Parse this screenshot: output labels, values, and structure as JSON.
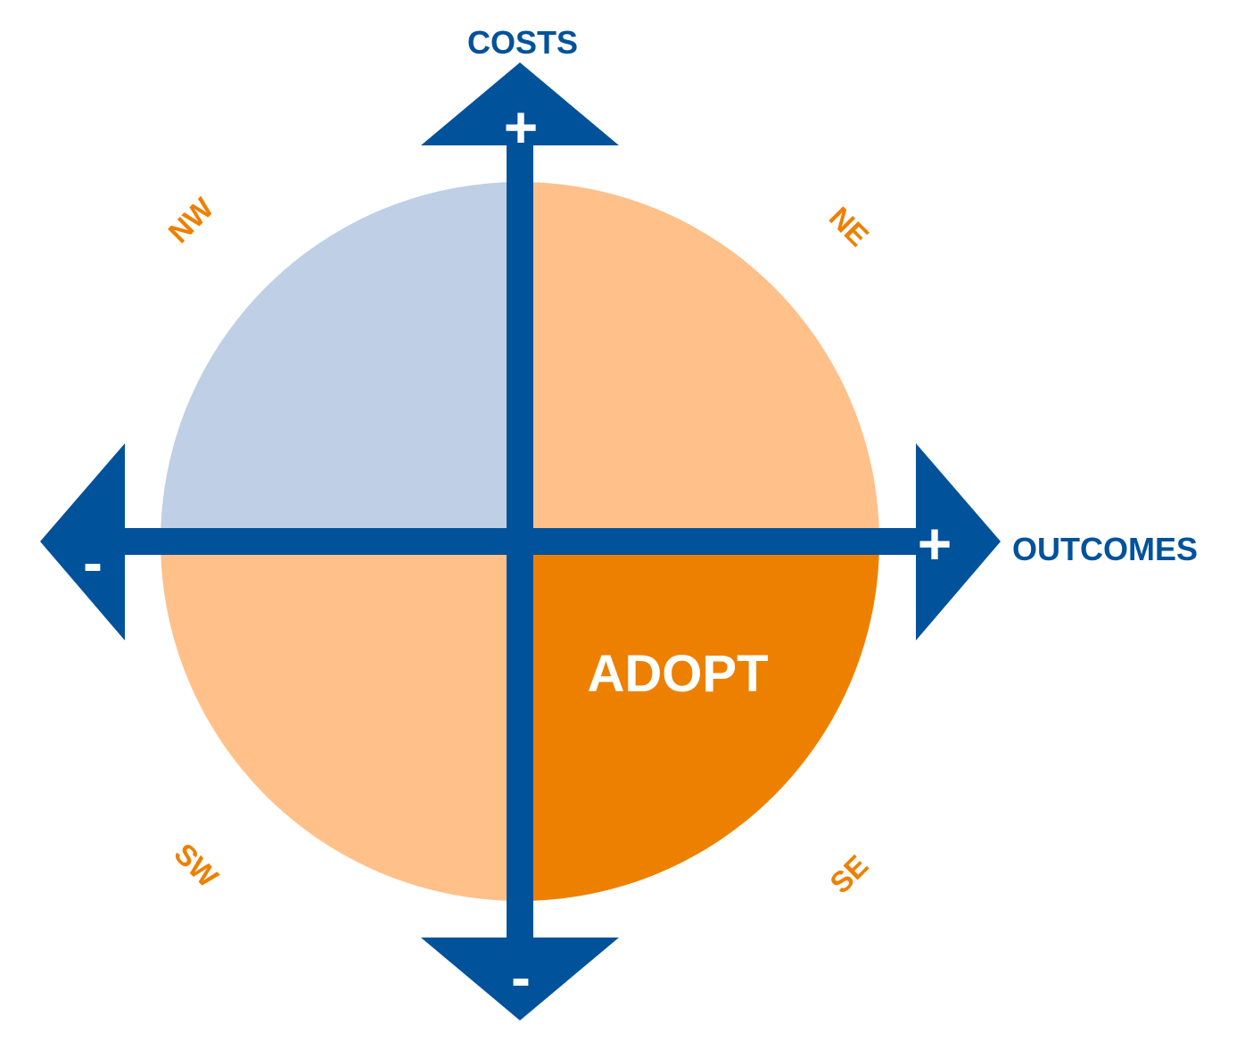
{
  "axes": {
    "vertical": {
      "label": "COSTS",
      "positive_sign": "+",
      "negative_sign": "-"
    },
    "horizontal": {
      "label": "OUTCOMES",
      "positive_sign": "+",
      "negative_sign": "-"
    }
  },
  "directions": {
    "nw": "NW",
    "ne": "NE",
    "sw": "SW",
    "se": "SE"
  },
  "quadrants": {
    "nw": {
      "color": "#bfcfe5",
      "label": ""
    },
    "ne": {
      "color": "#ffc08a",
      "label": ""
    },
    "sw": {
      "color": "#ffc08a",
      "label": ""
    },
    "se": {
      "color": "#ee8000",
      "label": "ADOPT"
    }
  },
  "colors": {
    "axis": "#00529b",
    "direction_text": "#ee8000",
    "background": "#ffffff"
  }
}
